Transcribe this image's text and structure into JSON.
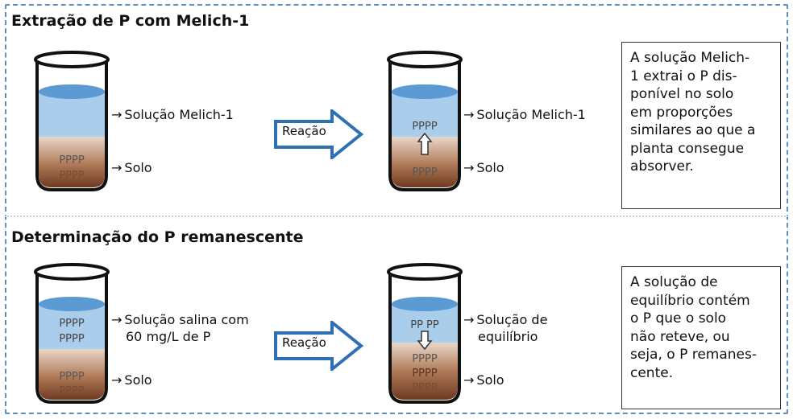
{
  "colors": {
    "frame": "#5a8fc2",
    "solution": "#a9cdea",
    "solution_top": "#5c9ad4",
    "soil": "#9b5e3c",
    "arrow_fill": "#ffffff",
    "arrow_stroke": "#2e6fb5"
  },
  "panel_top": {
    "title": "Extração de P com Melich-1",
    "tube1": {
      "solution_label": "Solução Melich-1",
      "soil_label": "Solo",
      "soil_p": [
        "PPPP",
        "PPPP"
      ]
    },
    "reaction_label": "Reação",
    "tube2": {
      "solution_label": "Solução Melich-1",
      "soil_label": "Solo",
      "solution_p": [
        "PPPP"
      ],
      "soil_p": [
        "PPPP"
      ],
      "arrow": "up"
    },
    "note": "A solução Melich-1 extrai o P disponível no solo em proporções similares ao que a planta consegue absorver.",
    "note_lines": [
      "A solução Melich-",
      "1 extrai o P dis-",
      "ponível no solo",
      "em proporções",
      "similares ao que a",
      "planta consegue",
      "absorver."
    ]
  },
  "panel_bottom": {
    "title": "Determinação do P remanescente",
    "tube1": {
      "solution_label_lines": [
        "Solução salina com",
        "60 mg/L de P"
      ],
      "soil_label": "Solo",
      "solution_p": [
        "PPPP",
        "PPPP"
      ],
      "soil_p": [
        "PPPP",
        "PPPP"
      ]
    },
    "reaction_label": "Reação",
    "tube2": {
      "solution_label_lines": [
        "Solução de",
        "equilíbrio"
      ],
      "soil_label": "Solo",
      "solution_p": [
        "PP PP"
      ],
      "soil_p": [
        "PPPP",
        "PPPP",
        "PPPP"
      ],
      "arrow": "down"
    },
    "note_lines": [
      "A solução de",
      "equilíbrio contém",
      "o P que o solo",
      "não reteve, ou",
      "seja, o P remanes-",
      "cente."
    ]
  }
}
